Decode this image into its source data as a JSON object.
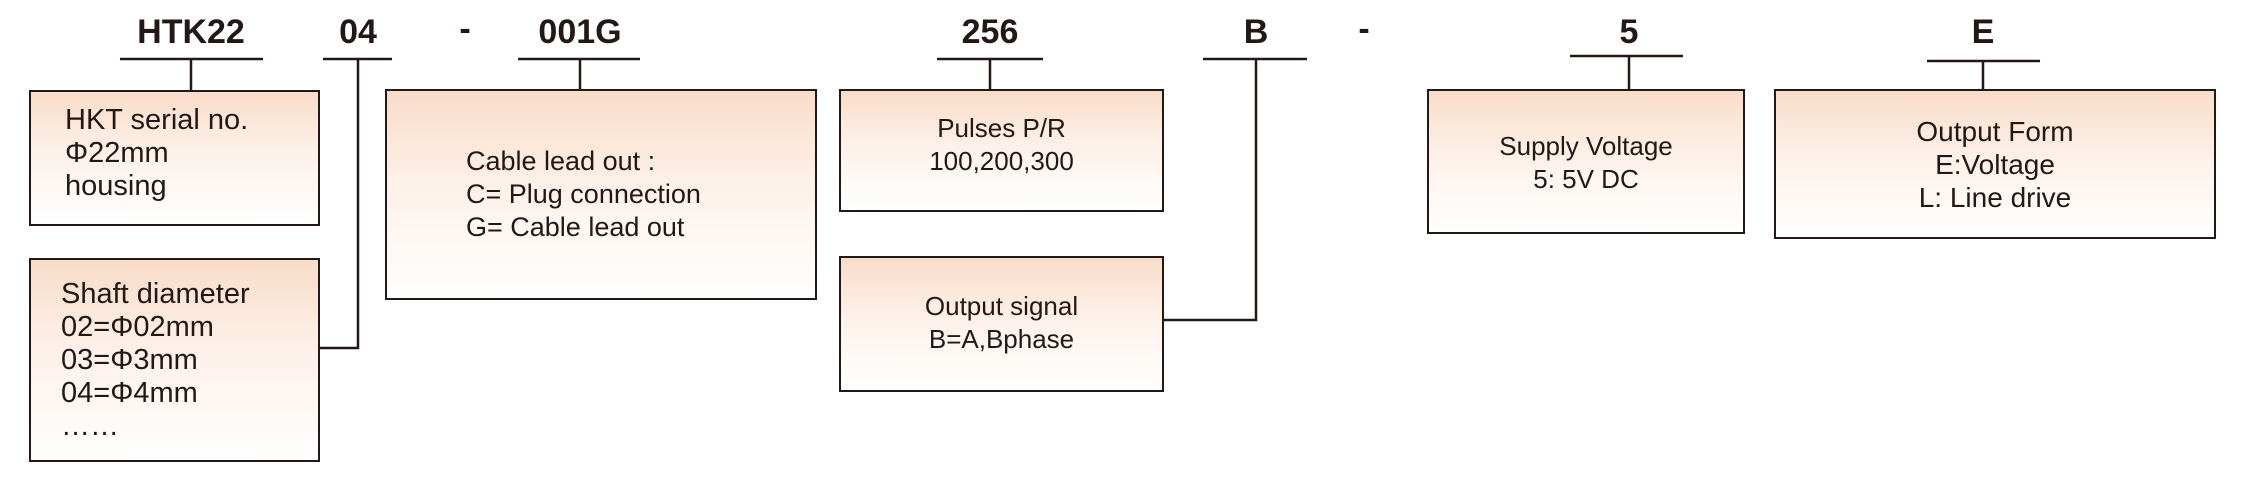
{
  "code_segments": [
    {
      "text": "HTK22"
    },
    {
      "text": "04"
    },
    {
      "text": "-"
    },
    {
      "text": "001G"
    },
    {
      "text": "256"
    },
    {
      "text": "B"
    },
    {
      "text": "-"
    },
    {
      "text": "5"
    },
    {
      "text": "E"
    }
  ],
  "boxes": {
    "serial": {
      "lines": "HKT serial no.\nΦ22mm\nhousing"
    },
    "shaft": {
      "lines": "Shaft diameter\n02=Φ02mm\n03=Φ3mm\n04=Φ4mm\n……"
    },
    "cable": {
      "lines": "Cable lead out :\nC= Plug connection\nG= Cable lead out"
    },
    "pulses": {
      "lines": "Pulses  P/R\n100,200,300"
    },
    "signal": {
      "lines": "Output signal\nB=A,Bphase"
    },
    "voltage": {
      "lines": "Supply Voltage\n5: 5V DC"
    },
    "output": {
      "lines": "Output Form\nE:Voltage\nL: Line drive"
    }
  },
  "colors": {
    "line": "#231815",
    "box_top": "#f9dcc8",
    "box_bottom": "#ffffff"
  }
}
